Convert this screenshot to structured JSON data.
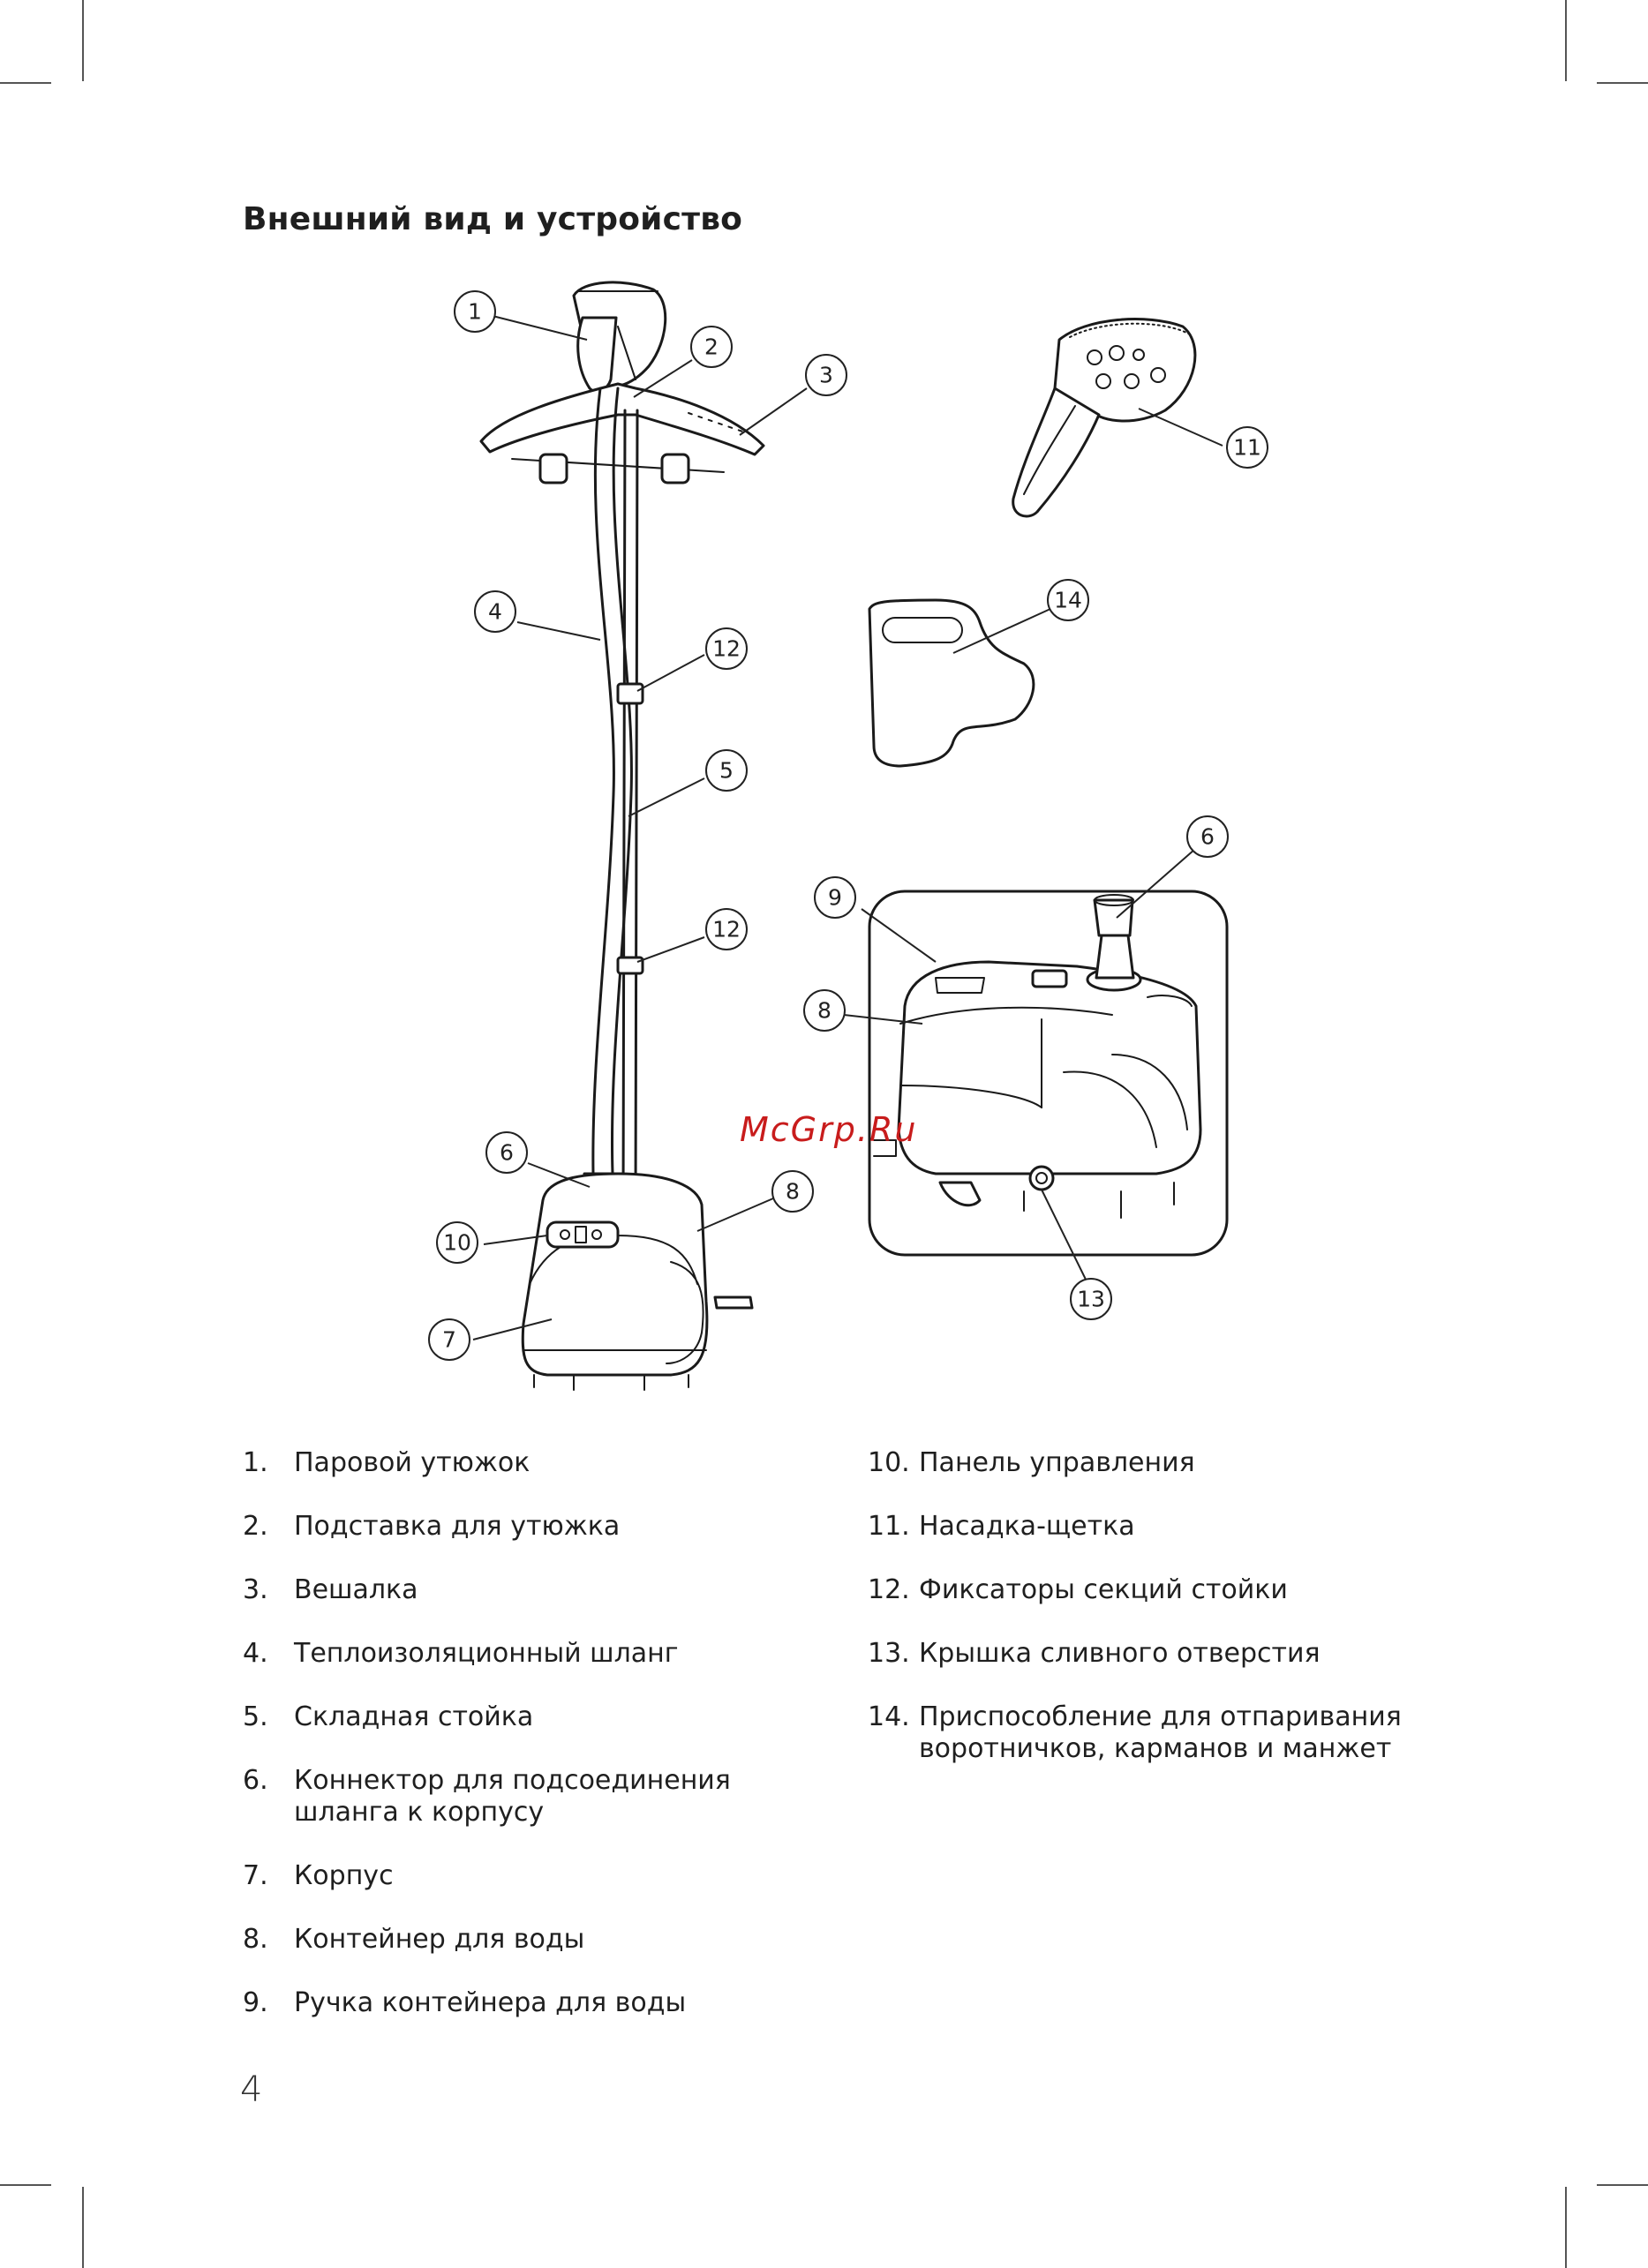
{
  "heading": "Внешний вид и устройство",
  "watermark": "McGrp.Ru",
  "page_number": "4",
  "callouts": [
    "1",
    "2",
    "3",
    "4",
    "12",
    "5",
    "12",
    "6",
    "10",
    "8",
    "7",
    "11",
    "14",
    "6",
    "9",
    "8",
    "13"
  ],
  "parts_left": [
    {
      "num": "1.",
      "text": "Паровой утюжок"
    },
    {
      "num": "2.",
      "text": "Подставка для утюжка"
    },
    {
      "num": "3.",
      "text": "Вешалка"
    },
    {
      "num": "4.",
      "text": "Теплоизоляционный шланг"
    },
    {
      "num": "5.",
      "text": "Складная стойка"
    },
    {
      "num": "6.",
      "text": "Коннектор для подсоединения шланга к корпусу"
    },
    {
      "num": "7.",
      "text": "Корпус"
    },
    {
      "num": "8.",
      "text": "Контейнер для воды"
    },
    {
      "num": "9.",
      "text": "Ручка контейнера для воды"
    }
  ],
  "parts_right": [
    {
      "num": "10.",
      "text": "Панель управления"
    },
    {
      "num": "11.",
      "text": "Насадка-щетка"
    },
    {
      "num": "12.",
      "text": "Фиксаторы секций стойки"
    },
    {
      "num": "13.",
      "text": "Крышка сливного отверстия"
    },
    {
      "num": "14.",
      "text": "Приспособление для отпаривания воротничков, карманов и манжет"
    }
  ]
}
